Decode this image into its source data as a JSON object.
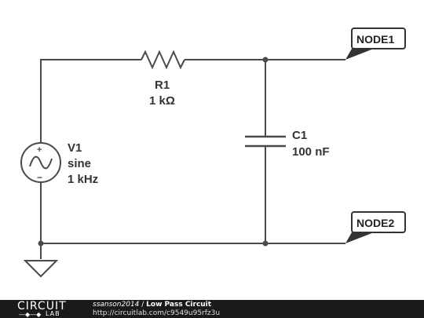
{
  "schematic": {
    "r1": {
      "name": "R1",
      "value": "1 kΩ"
    },
    "c1": {
      "name": "C1",
      "value": "100 nF"
    },
    "v1": {
      "name": "V1",
      "type": "sine",
      "freq": "1 kHz"
    },
    "node1": "NODE1",
    "node2": "NODE2"
  },
  "footer": {
    "logo_top": "CIRCUIT",
    "logo_bottom": "LAB",
    "author": "ssanson2014",
    "separator": " / ",
    "title": "Low Pass Circuit",
    "url": "http://circuitlab.com/c9549u95rfz3u"
  },
  "colors": {
    "wire": "#4a4a4a",
    "footer_bg": "#1a1a1a",
    "tag_shadow": "#333333"
  }
}
